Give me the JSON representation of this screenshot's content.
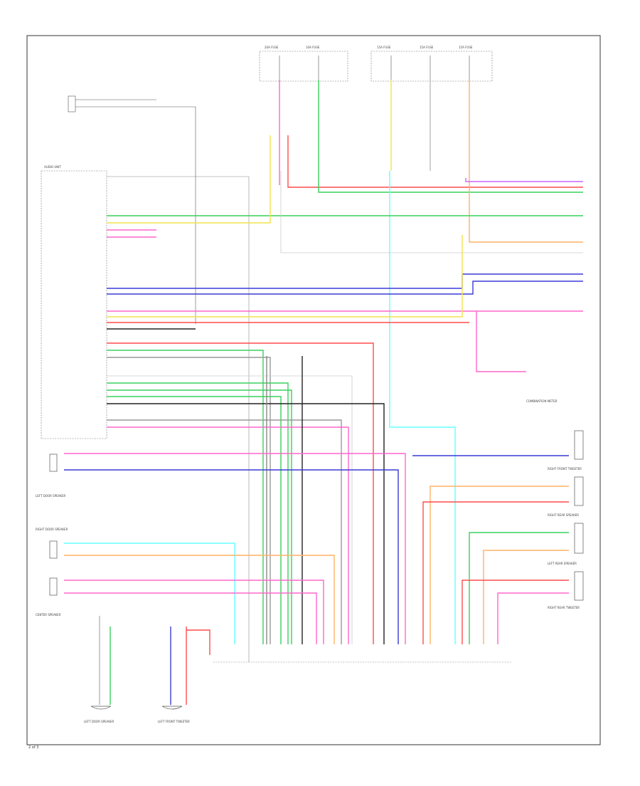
{
  "page": {
    "number": "2 of 3"
  },
  "colors": {
    "border": "#333333",
    "green": "#39d15c",
    "pink": "#ff66cc",
    "red": "#ff4c4c",
    "blue": "#3a3ad6",
    "cyan": "#66ffff",
    "yellow": "#f2e44d",
    "orange": "#ffb266",
    "gray": "#bbbbbb",
    "black": "#222222",
    "purple": "#cc66ff",
    "lightgreen": "#99ff66"
  },
  "labels": {
    "fuse_a": "20A  FUSE",
    "fuse_b": "10A  FUSE",
    "fuse_c": "15A  FUSE",
    "fuse_d": "15A  FUSE",
    "fuse_e": "15A  FUSE",
    "unit_title": "AUDIO UNIT",
    "combination_meter": "COMBINATION METER",
    "left_door_speaker": "LEFT DOOR SPEAKER",
    "left_front_tweeter": "LEFT FRONT TWEETER",
    "right_door_speaker": "RIGHT DOOR SPEAKER",
    "center_speaker": "CENTER SPEAKER",
    "right_front_tweeter": "RIGHT FRONT TWEETER",
    "right_rear_speaker": "RIGHT REAR SPEAKER",
    "left_rear_speaker": "LEFT REAR SPEAKER",
    "right_rear_tweeter": "RIGHT REAR TWEETER"
  }
}
